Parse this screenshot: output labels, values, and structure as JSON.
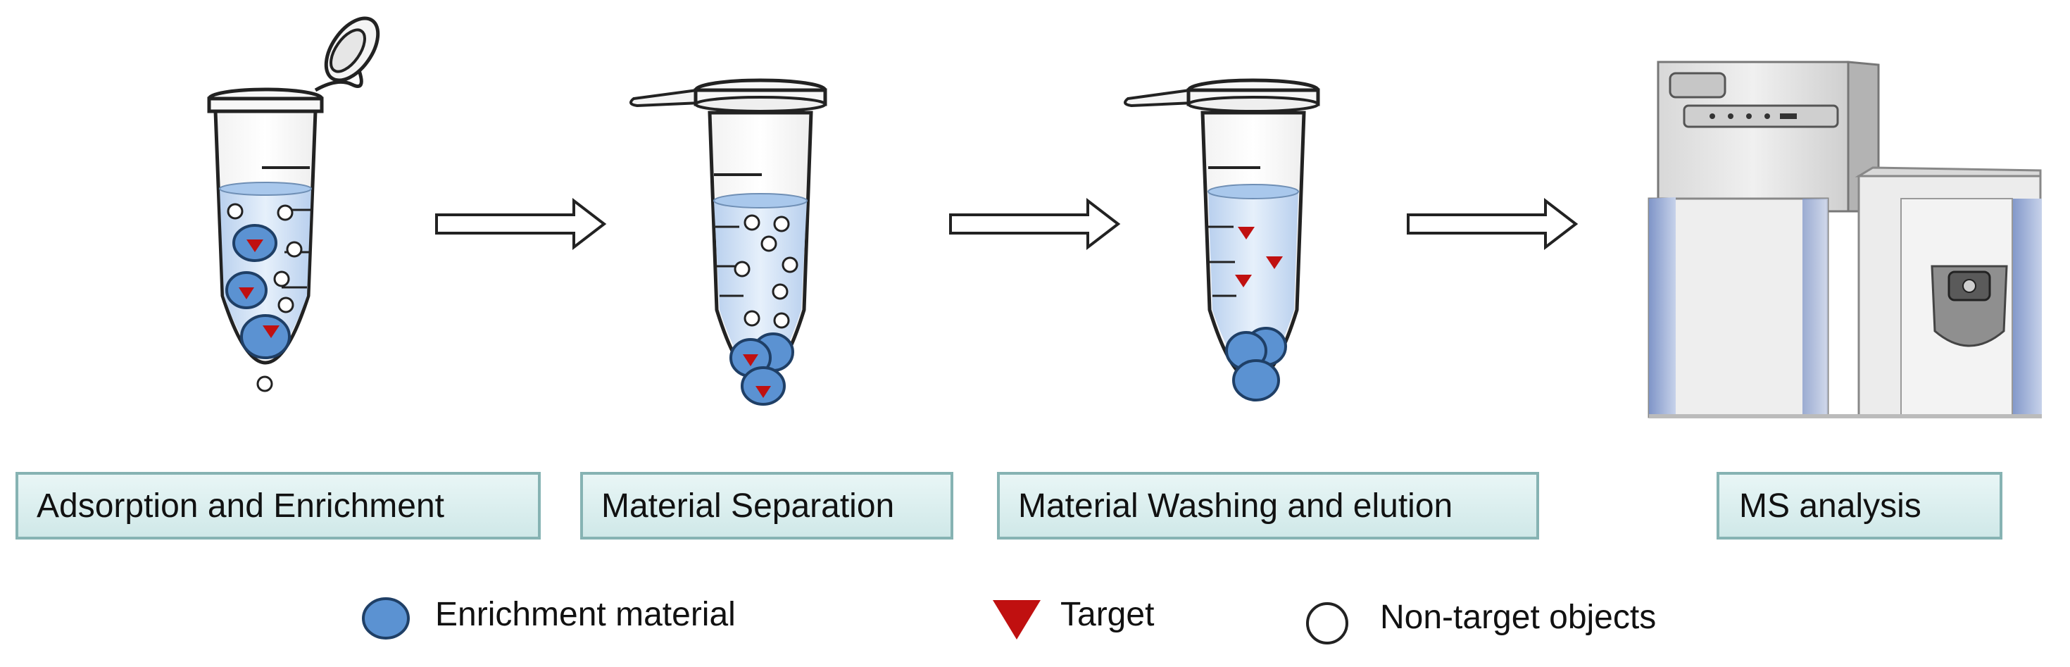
{
  "steps": [
    {
      "label": "Adsorption and Enrichment"
    },
    {
      "label": "Material Separation"
    },
    {
      "label": "Material Washing and elution"
    },
    {
      "label": "MS analysis"
    }
  ],
  "legend": {
    "enrichment_material": "Enrichment material",
    "target": "Target",
    "non_target": "Non-target objects"
  },
  "colors": {
    "liquid": "#c9dcf2",
    "liquid_surface": "#a9c8ec",
    "material": "#5b92d2",
    "material_stroke": "#1f3f66",
    "target": "#c01010",
    "label_box_fill": "#d9eeee",
    "label_box_stroke": "#86b3b3",
    "instrument_body": "#e4e4e4",
    "instrument_side": "#9aa7c9"
  }
}
